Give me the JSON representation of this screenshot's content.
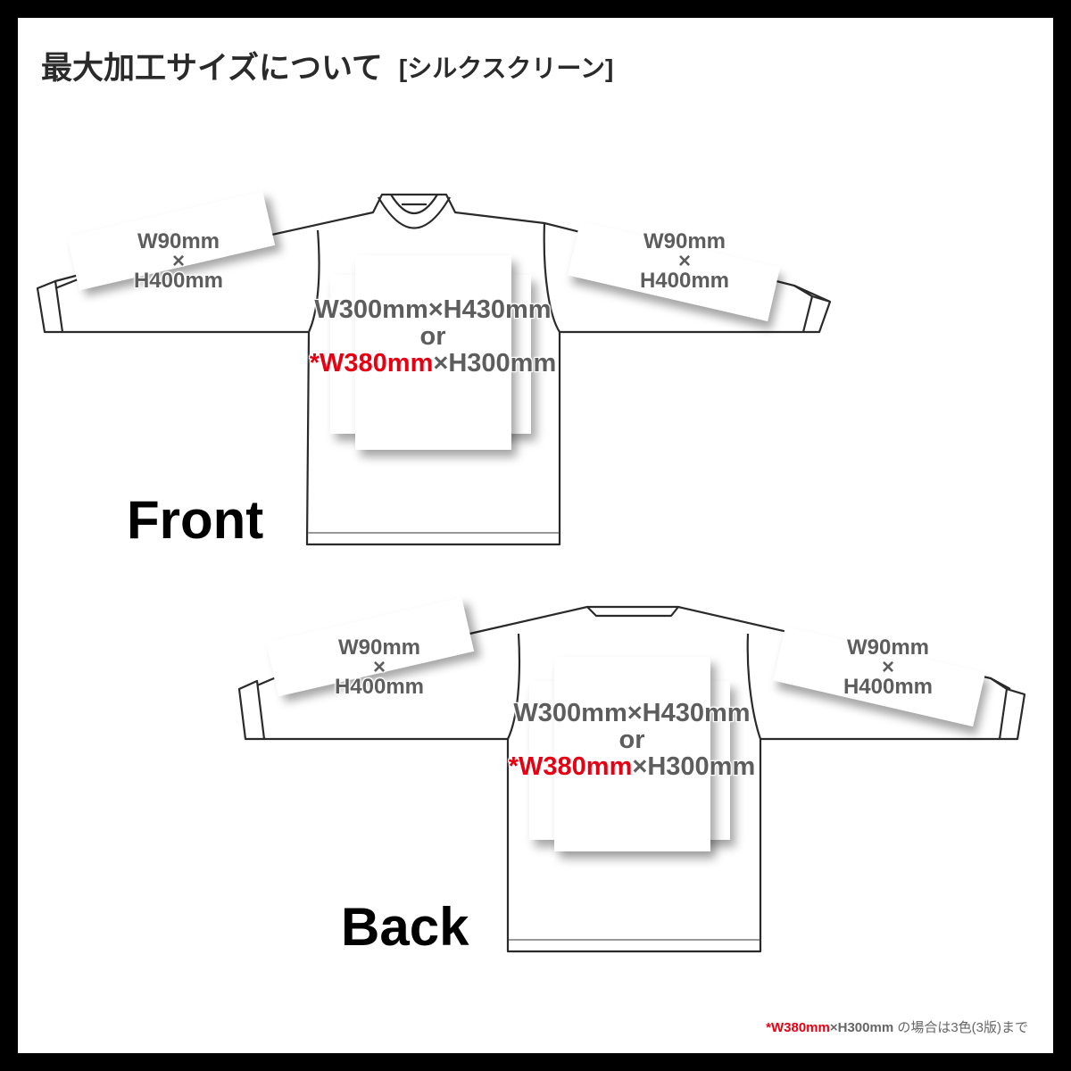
{
  "header": {
    "title": "最大加工サイズについて",
    "subtitle": "[シルクスクリーン]"
  },
  "colors": {
    "background_frame": "#000000",
    "panel": "#ffffff",
    "label_gray": "#5d5d5d",
    "accent_red": "#e60012",
    "outline": "#2a2a2a"
  },
  "front": {
    "view_label": "Front",
    "left_sleeve": {
      "width": "W90mm",
      "times": "×",
      "height": "H400mm"
    },
    "right_sleeve": {
      "width": "W90mm",
      "times": "×",
      "height": "H400mm"
    },
    "body": {
      "line1": "W300mm×H430mm",
      "line2": "or",
      "line3_red": "*W380mm",
      "line3_rest": "×H300mm"
    }
  },
  "back": {
    "view_label": "Back",
    "left_sleeve": {
      "width": "W90mm",
      "times": "×",
      "height": "H400mm"
    },
    "right_sleeve": {
      "width": "W90mm",
      "times": "×",
      "height": "H400mm"
    },
    "body": {
      "line1": "W300mm×H430mm",
      "line2": "or",
      "line3_red": "*W380mm",
      "line3_rest": "×H300mm"
    }
  },
  "footnote": {
    "red": "*W380mm",
    "rest": "×H300mm",
    "jp": " の場合は3色(3版)まで"
  }
}
